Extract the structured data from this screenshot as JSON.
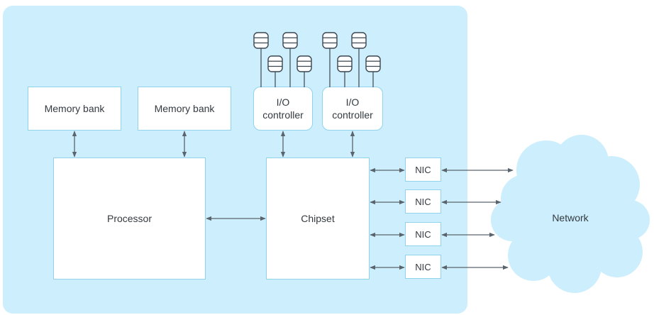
{
  "colors": {
    "panel": "#cdeefc",
    "box_border": "#8fd3ec",
    "cloud": "#cdeefc",
    "arrow": "#5a646c",
    "disk_fill": "#ffffff",
    "disk_stroke": "#3a4650"
  },
  "memory_banks": [
    {
      "label": "Memory bank"
    },
    {
      "label": "Memory bank"
    }
  ],
  "io_controllers": [
    {
      "label": "I/O controller"
    },
    {
      "label": "I/O controller"
    }
  ],
  "processor": {
    "label": "Processor"
  },
  "chipset": {
    "label": "Chipset"
  },
  "nics": [
    {
      "label": "NIC"
    },
    {
      "label": "NIC"
    },
    {
      "label": "NIC"
    },
    {
      "label": "NIC"
    }
  ],
  "network": {
    "label": "Network",
    "icon": "cloud-icon"
  },
  "disk_icon": "database-icon"
}
